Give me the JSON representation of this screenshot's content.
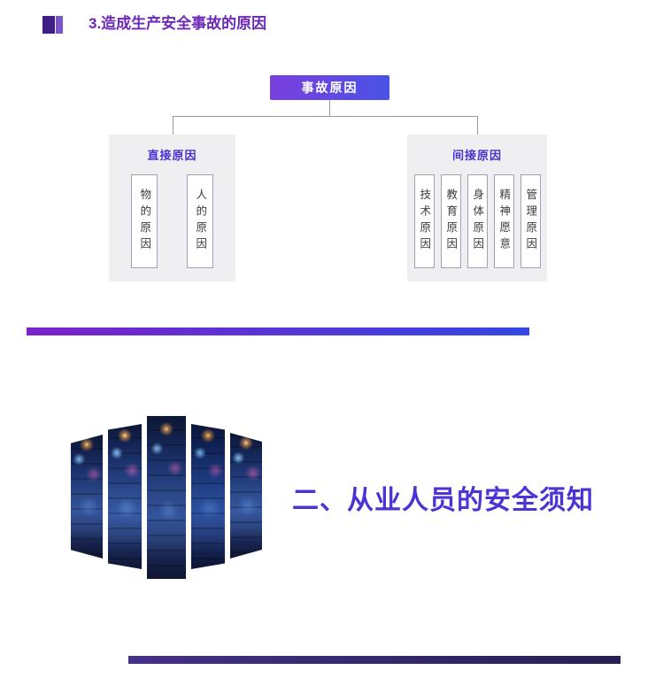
{
  "section1": {
    "heading": "3.造成生产安全事故的原因"
  },
  "diagram": {
    "root_label": "事故原因",
    "groups": [
      {
        "title": "直接原因",
        "items": [
          "物的原因",
          "人的原因"
        ]
      },
      {
        "title": "间接原因",
        "items": [
          "技术原因",
          "教育原因",
          "身体原因",
          "精神愿意",
          "管理原因"
        ]
      }
    ]
  },
  "section2": {
    "heading": "二、从业人员的安全须知"
  },
  "colors": {
    "heading_purple": "#6d28b8",
    "root_node_gradient_start": "#7a3fdd",
    "root_node_gradient_end": "#4a52e6",
    "panel_background": "#efeff1",
    "group_title_color": "#4b2fd0",
    "divider_gradient_start": "#7b22c9",
    "divider_gradient_end": "#3347e3",
    "section2_title_color": "#4b33d6",
    "bottom_bar_start": "#453088",
    "bottom_bar_end": "#262052"
  }
}
